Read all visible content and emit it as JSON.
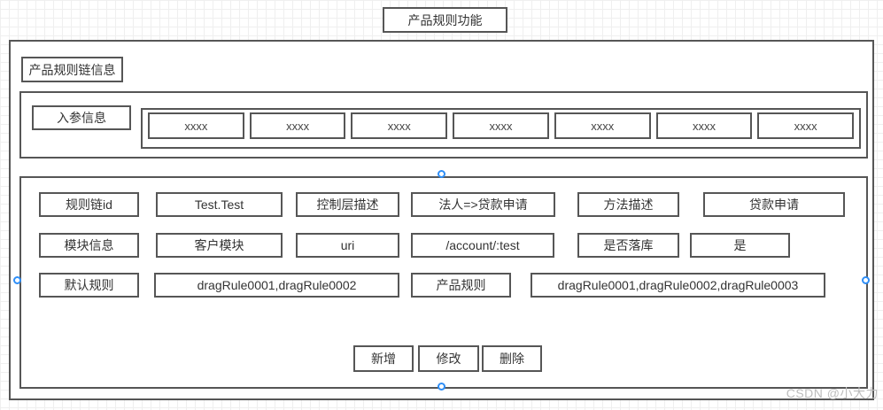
{
  "page": {
    "title_box": "产品规则功能",
    "watermark": "CSDN @小大力"
  },
  "chain_info_label": "产品规则链信息",
  "param_section": {
    "label": "入参信息",
    "params": [
      "xxxx",
      "xxxx",
      "xxxx",
      "xxxx",
      "xxxx",
      "xxxx",
      "xxxx"
    ]
  },
  "detail_section": {
    "rows": [
      {
        "cells": [
          "规则链id",
          "Test.Test",
          "控制层描述",
          "法人=>贷款申请",
          "方法描述",
          "贷款申请"
        ]
      },
      {
        "cells": [
          "模块信息",
          "客户模块",
          "uri",
          "/account/:test",
          "是否落库",
          "是"
        ]
      },
      {
        "cells": [
          "默认规则",
          "dragRule0001,dragRule0002",
          "产品规则",
          "dragRule0001,dragRule0002,dragRule0003"
        ]
      }
    ],
    "buttons": [
      "新增",
      "修改",
      "删除"
    ]
  },
  "colors": {
    "border": "#565656",
    "selection_handle": "#2e8ef7",
    "watermark": "#bdbdbd",
    "grid": "#efefef"
  }
}
